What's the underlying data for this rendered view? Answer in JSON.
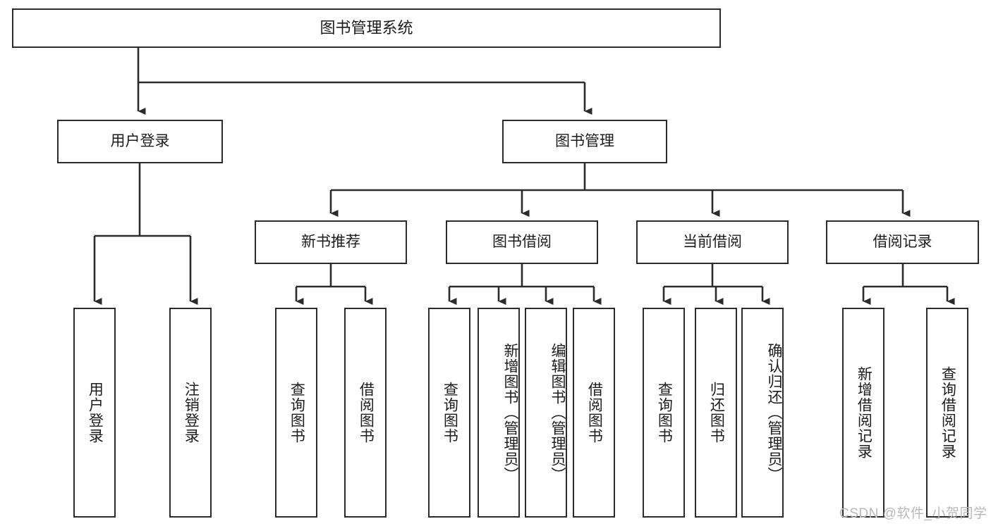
{
  "diagram": {
    "type": "tree-hierarchy",
    "title": "图书管理系统",
    "watermark": "CSDN @软件_小贺同学",
    "colors": {
      "stroke": "#2b2b2b",
      "fill": "#ffffff",
      "text": "#1c1c1c",
      "watermark": "#b9b9b9"
    },
    "nodes": {
      "root": {
        "label": "图书管理系统"
      },
      "level1": [
        {
          "label": "用户登录"
        },
        {
          "label": "图书管理"
        }
      ],
      "level2": [
        {
          "label": "新书推荐"
        },
        {
          "label": "图书借阅"
        },
        {
          "label": "当前借阅"
        },
        {
          "label": "借阅记录"
        }
      ],
      "leaves_user_login": [
        {
          "label": "用户登录"
        },
        {
          "label": "注销登录"
        }
      ],
      "leaves_new_book": [
        {
          "label": "查询图书"
        },
        {
          "label": "借阅图书"
        }
      ],
      "leaves_borrow": [
        {
          "label": "查询图书"
        },
        {
          "label": "新增图书（管理员）"
        },
        {
          "label": "编辑图书（管理员）"
        },
        {
          "label": "借阅图书"
        }
      ],
      "leaves_current": [
        {
          "label": "查询图书"
        },
        {
          "label": "归还图书"
        },
        {
          "label": "确认归还（管理员）"
        }
      ],
      "leaves_record": [
        {
          "label": "新增借阅记录"
        },
        {
          "label": "查询借阅记录"
        }
      ]
    }
  }
}
